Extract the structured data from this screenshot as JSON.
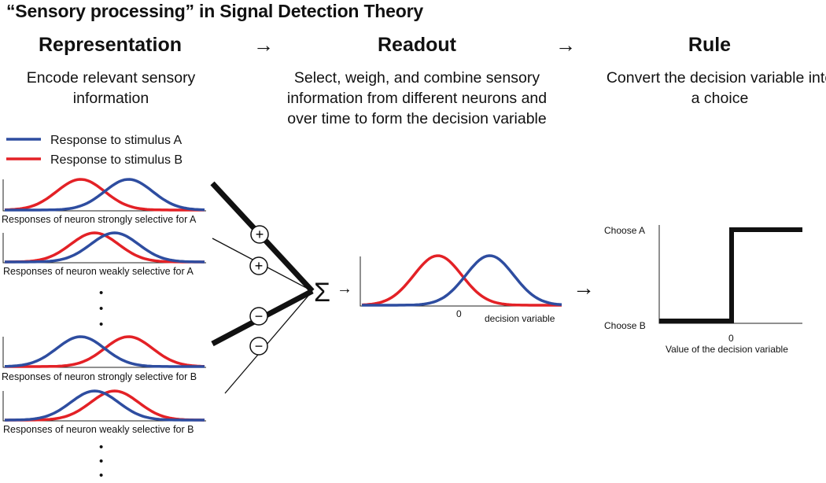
{
  "title": "“Sensory processing” in Signal Detection Theory",
  "stages": [
    {
      "heading": "Representation",
      "description": "Encode relevant sensory information"
    },
    {
      "heading": "Readout",
      "description": "Select, weigh, and combine sensory information from different neurons and over time to form the decision variable"
    },
    {
      "heading": "Rule",
      "description": "Convert the decision variable into a choice"
    }
  ],
  "stage_arrow": "→",
  "legend": [
    {
      "label": "Response to stimulus A",
      "color": "#2e4da0"
    },
    {
      "label": "Response to stimulus B",
      "color": "#e32126"
    }
  ],
  "neurons": [
    {
      "caption": "Responses of neuron strongly selective for A",
      "weight_sign": "+",
      "weight": "strong",
      "mean_A": 0.62,
      "mean_B": 0.38
    },
    {
      "caption": "Responses of neuron weakly selective for A",
      "weight_sign": "+",
      "weight": "weak",
      "mean_A": 0.55,
      "mean_B": 0.45
    },
    {
      "caption": "Responses of neuron strongly selective for B",
      "weight_sign": "−",
      "weight": "strong",
      "mean_A": 0.38,
      "mean_B": 0.62
    },
    {
      "caption": "Responses of neuron weakly selective for B",
      "weight_sign": "−",
      "weight": "weak",
      "mean_A": 0.45,
      "mean_B": 0.55
    }
  ],
  "ellipsis": "•",
  "sum_symbol": "Σ",
  "readout_arrow": "→",
  "decision_plot": {
    "zero_label": "0",
    "axis_label": "decision variable"
  },
  "rule_arrow": "→",
  "rule_plot": {
    "y_top_label": "Choose A",
    "y_bottom_label": "Choose B",
    "zero_label": "0",
    "axis_label": "Value of the decision variable"
  }
}
